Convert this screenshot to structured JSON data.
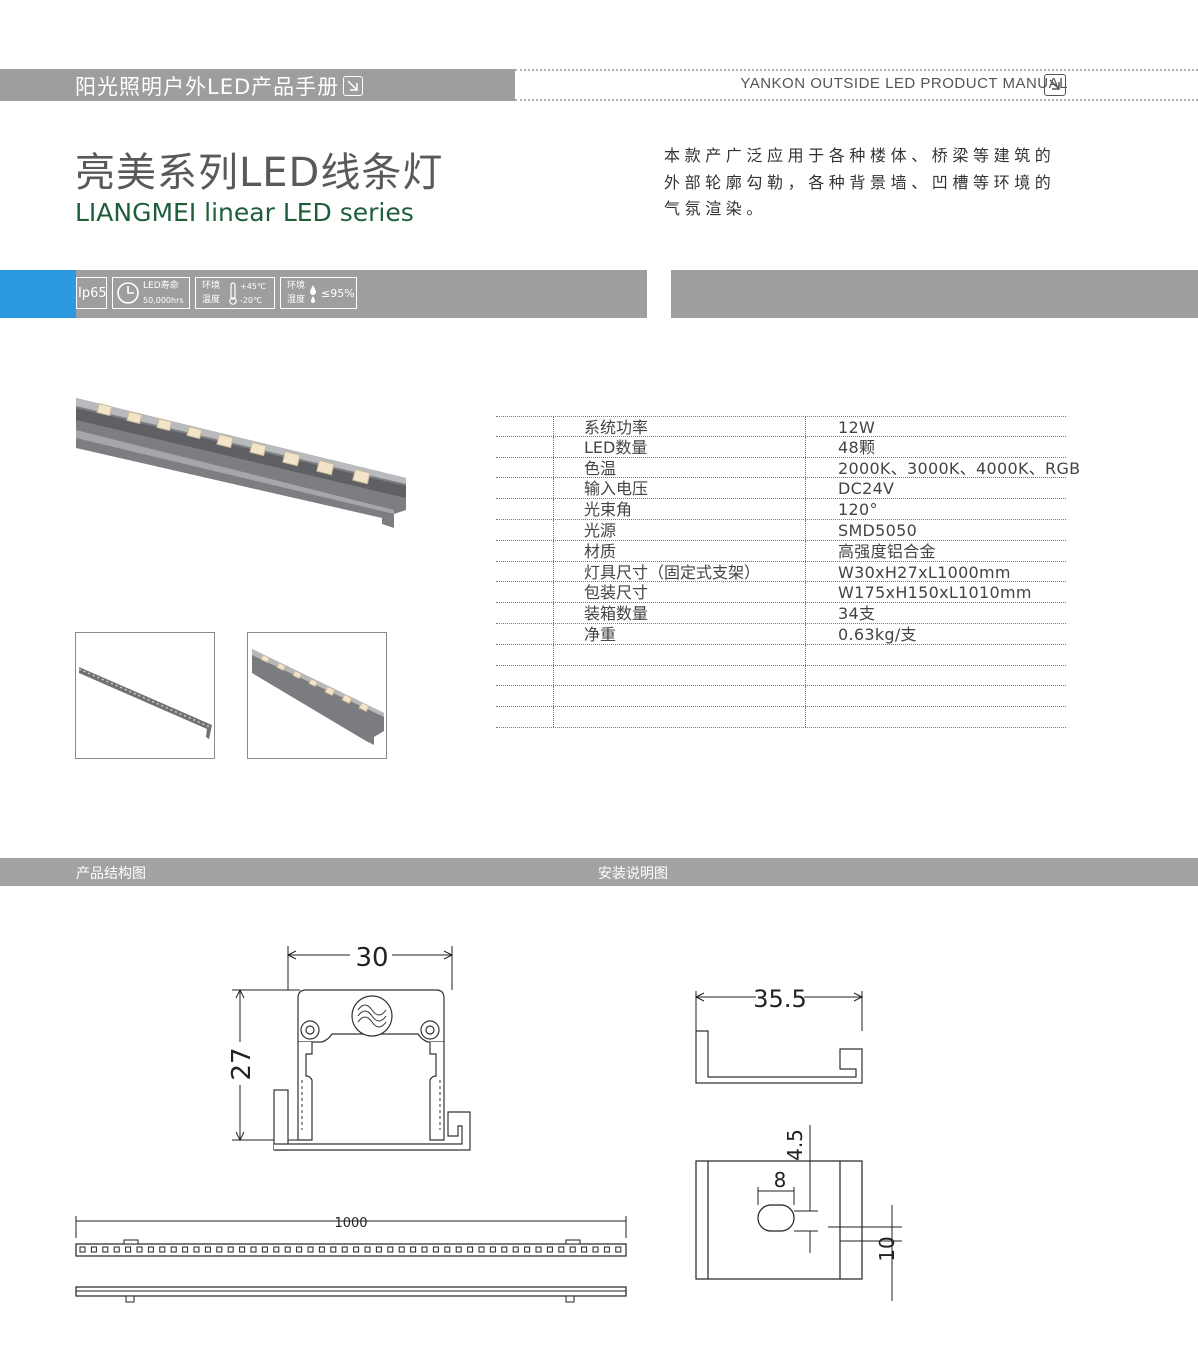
{
  "header": {
    "left_title": "阳光照明户外LED产品手册",
    "right_title": "YANKON OUTSIDE  LED PRODUCT MANUAL",
    "arrow_icon": "arrow-down-right-icon"
  },
  "product": {
    "title_cn": "亮美系列LED线条灯",
    "title_en": "LIANGMEI linear LED series",
    "description": "本款产广泛应用于各种楼体、桥梁等建筑的外部轮廓勾勒，各种背景墙、凹槽等环境的气氛渲染。"
  },
  "features": {
    "ip": "Ip65",
    "life_label": "LED寿命",
    "life_value": "50,000hrs",
    "temp_label_1": "环境",
    "temp_label_2": "温度",
    "temp_high": "+45℃",
    "temp_low": "-20℃",
    "hum_label_1": "环境",
    "hum_label_2": "湿度",
    "hum_value": "≤95%"
  },
  "specs": [
    {
      "label": "系统功率",
      "value": "12W"
    },
    {
      "label": "LED数量",
      "value": "48颗"
    },
    {
      "label": "色温",
      "value": "2000K、3000K、4000K、RGB"
    },
    {
      "label": "输入电压",
      "value": "DC24V"
    },
    {
      "label": "光束角",
      "value": "120°"
    },
    {
      "label": "光源",
      "value": "SMD5050"
    },
    {
      "label": "材质",
      "value": "高强度铝合金"
    },
    {
      "label": "灯具尺寸（固定式支架）",
      "value": "W30xH27xL1000mm"
    },
    {
      "label": "包装尺寸",
      "value": "W175xH150xL1010mm"
    },
    {
      "label": "装箱数量",
      "value": "34支"
    },
    {
      "label": "净重",
      "value": "0.63kg/支"
    },
    {
      "label": "",
      "value": ""
    },
    {
      "label": "",
      "value": ""
    },
    {
      "label": "",
      "value": ""
    },
    {
      "label": "",
      "value": ""
    }
  ],
  "sections": {
    "structure": "产品结构图",
    "install": "安装说明图"
  },
  "drawings": {
    "width_dim": "30",
    "height_dim": "27",
    "length_dim": "1000",
    "bracket_width": "35.5",
    "slot_offset": "4.5",
    "slot_width": "8",
    "slot_height": "10"
  },
  "colors": {
    "accent_blue": "#2b9ae0",
    "bar_grey": "#9e9e9e",
    "title_green": "#1e5e3a"
  }
}
